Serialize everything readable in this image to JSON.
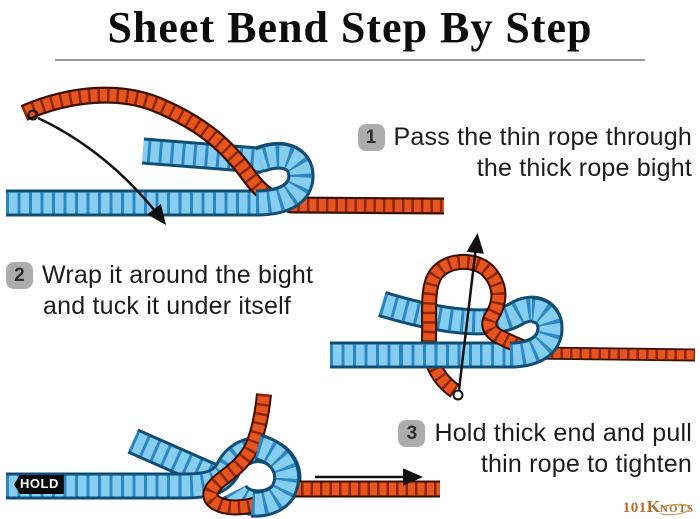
{
  "title": "Sheet Bend Step By Step",
  "steps": [
    {
      "number": "1",
      "line1": "Pass the thin rope through",
      "line2": "the thick rope bight"
    },
    {
      "number": "2",
      "line1": "Wrap it around the bight",
      "line2": "and tuck it under itself"
    },
    {
      "number": "3",
      "line1": "Hold thick end and pull",
      "line2": "thin rope to tighten"
    }
  ],
  "labels": {
    "hold": "HOLD"
  },
  "logo": {
    "prefix": "101",
    "k": "K",
    "rest": "NOTS"
  },
  "icons": {
    "step1_arrow": "curved-arrow-down",
    "step2_arrow": "arrow-up",
    "step3_arrow": "arrow-right"
  },
  "colors": {
    "thick_rope_fill": "#85CEF2",
    "thick_rope_band": "#2E86C1",
    "thick_rope_outline": "#0E4D75",
    "thin_rope_fill": "#E8541D",
    "thin_rope_band": "#8C2703",
    "thin_rope_outline": "#3A0E00",
    "badge_bg": "#ACACAC",
    "title_rule": "#9A9A9A",
    "logo": "#B06F2B"
  }
}
